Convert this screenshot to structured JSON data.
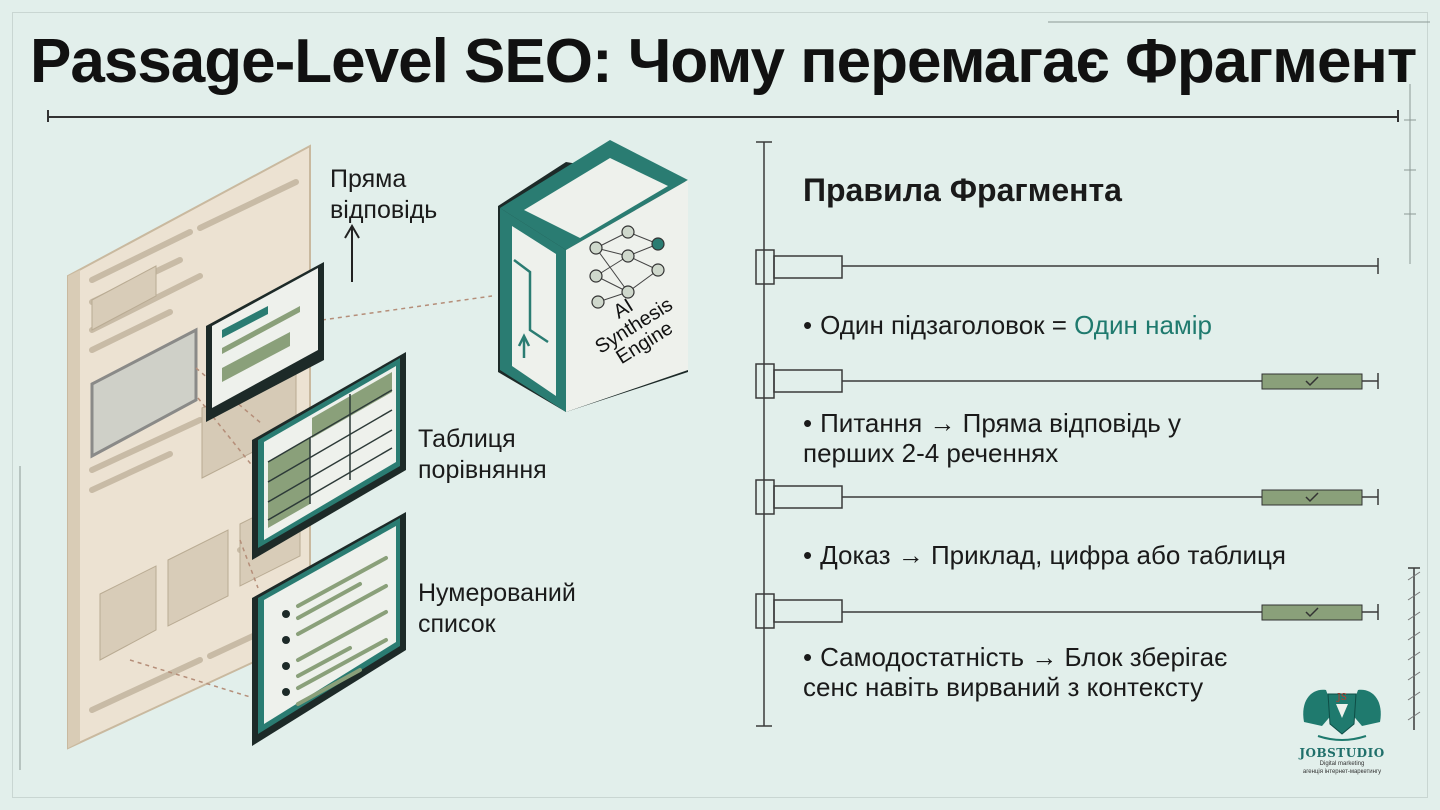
{
  "title": "Passage-Level SEO: Чому перемагає Фрагмент",
  "diagram": {
    "labels": {
      "direct_answer": [
        "Пряма",
        "відповідь"
      ],
      "comparison_table": [
        "Таблиця",
        "порівняння"
      ],
      "numbered_list": [
        "Нумерований",
        "список"
      ],
      "engine": [
        "AI",
        "Synthesis",
        "Engine"
      ]
    }
  },
  "rules": {
    "heading": "Правила Фрагмента",
    "items": [
      {
        "bullet": "•",
        "text": "Один підзаголовок = ",
        "accent": "Один намір"
      },
      {
        "bullet": "•",
        "line1": "Питання → Пряма відповідь у",
        "line2": "перших 2-4 реченнях"
      },
      {
        "bullet": "•",
        "text": "Доказ → Приклад, цифра або таблиця"
      },
      {
        "bullet": "•",
        "line1": "Самодостатність → Блок зберігає",
        "line2": "сенс навіть вирваний з контексту"
      }
    ]
  },
  "logo": {
    "brand": "JOBSTUDIO",
    "tagline1": "Digital marketing",
    "tagline2": "агенція інтернет-маркетингу"
  },
  "colors": {
    "background": "#e2efeb",
    "teal": "#2a7c72",
    "sage": "#8aa07a",
    "paper": "#ece2d2"
  }
}
